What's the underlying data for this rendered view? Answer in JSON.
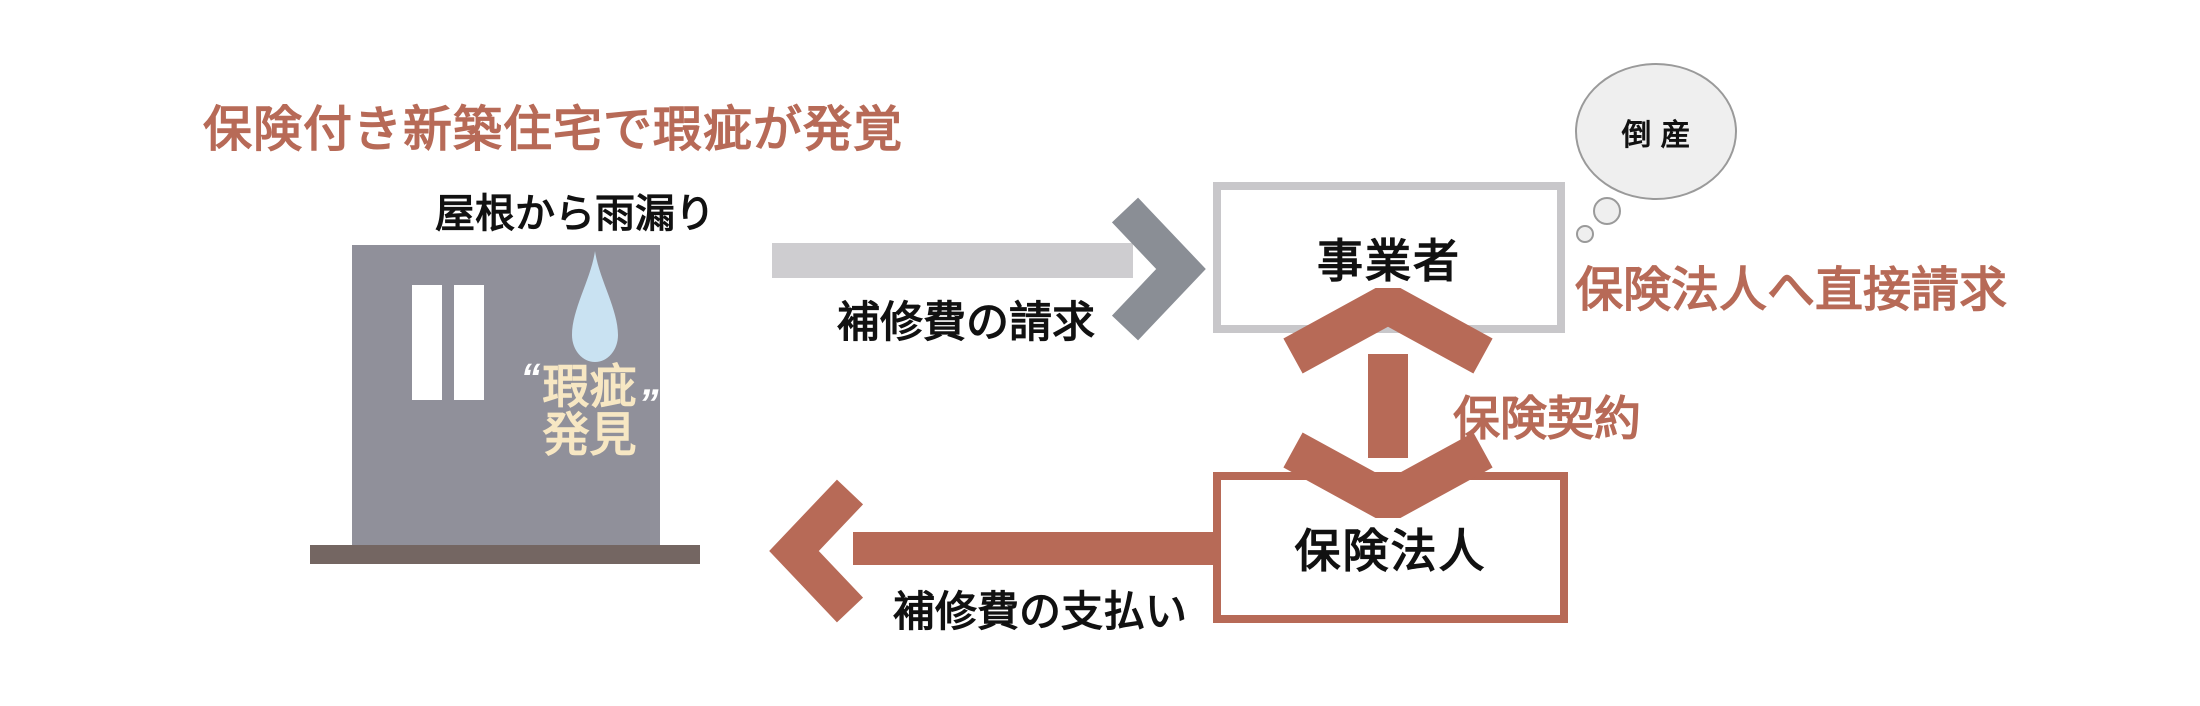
{
  "title": "保険付き新築住宅で瑕疵が発覚",
  "house": {
    "caption": "屋根から雨漏り",
    "quote_open": "“",
    "defect_line1": "瑕疵",
    "quote_close": "”",
    "defect_line2": "発見"
  },
  "claim_arrow": {
    "label": "補修費の請求"
  },
  "business_box": {
    "label": "事業者"
  },
  "thought_bubble": {
    "label": "倒産"
  },
  "direct_claim": {
    "label": "保険法人へ直接請求"
  },
  "contract_arrow": {
    "label": "保険契約"
  },
  "insurer_box": {
    "label": "保険法人"
  },
  "payment_arrow": {
    "label": "補修費の支払い"
  },
  "colors": {
    "accent_red": "#b76a57",
    "shaft_gray": "#cecdd0",
    "chevron_gray": "#8a8e95",
    "house_gray": "#90909a",
    "ground_brown": "#746662",
    "drop_blue": "#c9e2f2",
    "cream": "#f7e7c3",
    "box_border_gray": "#c8c7ca",
    "bubble_fill": "#efefef",
    "bubble_border": "#9a9a9a"
  }
}
